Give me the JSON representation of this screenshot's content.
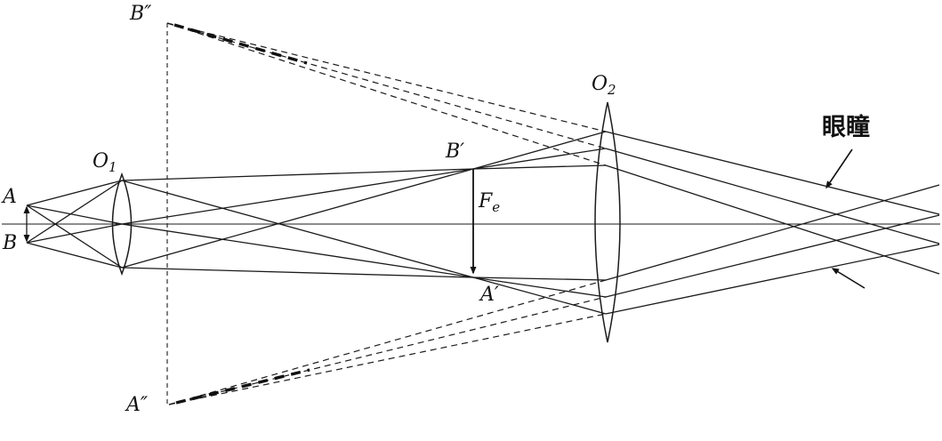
{
  "figure": {
    "background": "#ffffff",
    "ink_color": "#1b1b1b",
    "labels": {
      "A": "A",
      "B": "B",
      "O1": {
        "main": "O",
        "sub": "1"
      },
      "O2": {
        "main": "O",
        "sub": "2"
      },
      "B_prime": "B′",
      "A_prime": "A′",
      "B_double_prime": "B″",
      "A_double_prime": "A″",
      "Fe": {
        "main": "F",
        "sub": "e"
      },
      "eye_pupil": "眼瞳"
    }
  }
}
